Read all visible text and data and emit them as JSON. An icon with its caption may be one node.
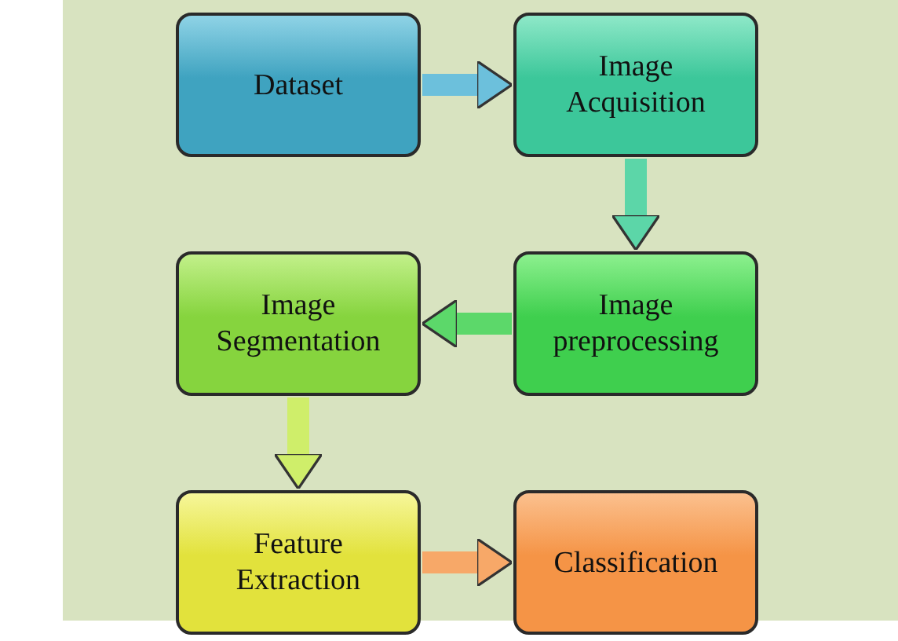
{
  "diagram": {
    "nodes": [
      {
        "text": [
          "Dataset"
        ]
      },
      {
        "text": [
          "Image Acquisition"
        ]
      },
      {
        "text": [
          "Image preprocessing"
        ]
      },
      {
        "text": [
          "Image Segmentation"
        ]
      },
      {
        "text": [
          "Feature Extraction"
        ]
      },
      {
        "text": [
          "Classification"
        ]
      }
    ],
    "edges": [
      {
        "from": 0,
        "to": 1,
        "arrow": "to",
        "color": "#6cc0dc"
      },
      {
        "from": 1,
        "to": 2,
        "arrow": "to",
        "color": "#5cd6a8"
      },
      {
        "from": 2,
        "to": 3,
        "arrow": "to",
        "color": "#5cd86a"
      },
      {
        "from": 3,
        "to": 4,
        "arrow": "to",
        "color": "#cfee6a"
      },
      {
        "from": 4,
        "to": 5,
        "arrow": "to",
        "color": "#f7a868"
      }
    ]
  }
}
